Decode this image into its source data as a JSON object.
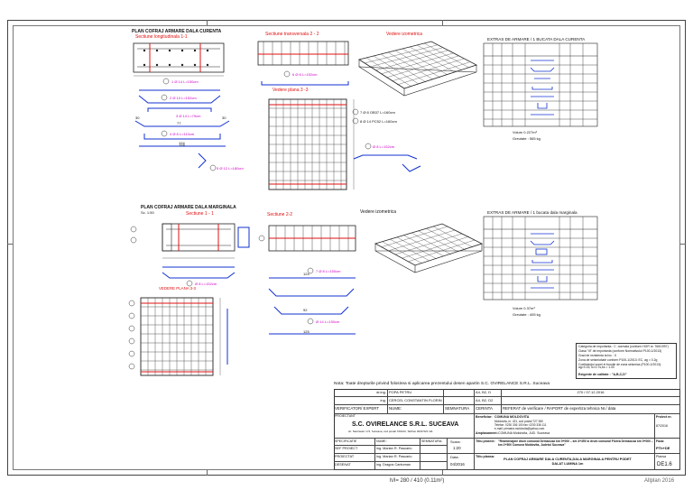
{
  "drawing": {
    "upper": {
      "plan_title": "PLAN COFRAJ ARMARE DALA CURENTA",
      "long_section": "Sectiune longitudinala 1-1",
      "trans_section": "Sectiune transversala 2 - 2",
      "plan_view": "Vedere plana 3 -3",
      "iso_view": "Vedere izometrica",
      "schedule_title": "EXTRAS DE ARMARE / 1 BUCATA DALA CURENTA",
      "schedule_volume": "Volum  0.227m³",
      "schedule_weight": "Greutate : 565 kg",
      "dim_a": "124",
      "dim_b": "77",
      "dim_c": "30",
      "bar_labels": [
        "1 Ø 14 L=150cm",
        "2 Ø 10 L=152cm",
        "3 Ø 14 L=79cm",
        "4 Ø 8 L=110cm",
        "5 Ø 12 L=180cm",
        "6 Ø 8 L=152cm",
        "7 Ø 8 OB37 L=160cm",
        "8 Ø 14 PC52 L=160cm"
      ]
    },
    "lower": {
      "plan_title": "PLAN COFRAJ ARMARE DALA MARGINALA",
      "plan_subtitle": "Sc. 1:50",
      "long_section": "Sectiune 1 - 1",
      "trans_section": "Sectiune 2-2",
      "plan_view": "VEDERE PLANA 3-3",
      "iso_view": "Vedere izometrica",
      "schedule_title": "EXTRAS DE ARMARE / 1 bucata dala marginala",
      "schedule_volume": "Volum  0.37m³",
      "schedule_weight": "Greutate : 405 kg",
      "dim_a": "124",
      "dim_b": "92",
      "dim_c": "125"
    },
    "notes_box": {
      "line1": "Categoria de importanta :       C -normala (conform HGR nr. 766/1997)",
      "line2": "Clasa \"III\" de importanta (conform Normativului P100-1/2013)",
      "line3": "Grad de rezistenta la foc :  II",
      "line4": "Zona de seismicitate conform  P100-1/2013: EC, ag = 0.2g",
      "line5": "Coeficientul zonei in functie de zona seismica (P100-1/2013): ag=0.15,Tc=0.7s,ks = 1.00",
      "line6": "Exigente de calitate :  \"A,B,C,D\""
    },
    "footer_note": "Nota: Toate drepturile privind folosirea si aplicarea prezentului desen apartin S.C. OVIRELANCE S.R.L. Suceava"
  },
  "titleblock": {
    "verif_rows": [
      {
        "role": "dr.ing.",
        "name": "POPA PETRU",
        "req": "A4, B2, D",
        "date": "270 / 07.12.2016"
      },
      {
        "role": "ing.",
        "name": "CERCEL CONSTANTIN FLORIN",
        "req": "A4, B2, D2",
        "date": ""
      }
    ],
    "verif_header": [
      "VERIFICATOR/ EXPERT",
      "NUME:",
      "SEMNATURA",
      "CERINTA"
    ],
    "verif_report": "REFERAT de verificare / RAPORT de expertiza tehnica Nr./ data",
    "designer_label": "PROIECTANT",
    "company": "S.C. OVIRELANCE S.R.L. SUCEAVA",
    "company_addr": "str. Narciselor nr.5, Suceava, cod postal 720213, Tel/Fax 0230 521 111",
    "beneficiary_label": "Beneficiar:",
    "beneficiary": "COMUNA MOLDOVITA",
    "beneficiary_addr": "Moldovita, nr. 421, cod postal 727 380",
    "beneficiary_tel": "Telefon: 0230 336 100  fax: 0230 336 111",
    "beneficiary_mail": "e-mail: primaria.moldovita@yahoo.com",
    "site_label": "Amplasament:",
    "site": "COMUNA Moldovita, JUD. Suceava",
    "project_no_label": "Proiect nr.",
    "project_no": "87/2016",
    "spec_header": [
      "SPECIFICATIE",
      "NUME:",
      "SEMNATURA:"
    ],
    "spec_rows": [
      {
        "role": "SEF PROIECT",
        "name": "ing. Marian R. Pascariu"
      },
      {
        "role": "PROIECTAT",
        "name": "ing. Marian R. Pascariu"
      },
      {
        "role": "DESENAT",
        "name": "ing. Dragos Cantoman"
      }
    ],
    "scale_label": "Scara:",
    "scale": "1:20",
    "date_label": "Data:",
    "date": "04/2016",
    "project_title_label": "Titlu proiect:",
    "project_title": "\"Reamenajare drum comunal  Demacusa km 0+000 – km 4+350 si drum comunal Florea Demacusa km 0+000 – km 2+500 Comuna Moldovita, Judetul Suceava\"",
    "phase_label": "Faza:",
    "phase": "PTh+DE",
    "sheet_title_label": "Titlu plansa:",
    "sheet_title": "PLAN COFRAJ ARMARE DALA CURENTA,DALA MARGINALA PENTRU PODET DALAT LUMINA 1m",
    "sheet_no_label": "Plansa",
    "sheet_no": "DE1.6"
  },
  "status": {
    "format": "h/l= 280 / 410 (0.11m²)",
    "software": "Allplan 2016"
  }
}
